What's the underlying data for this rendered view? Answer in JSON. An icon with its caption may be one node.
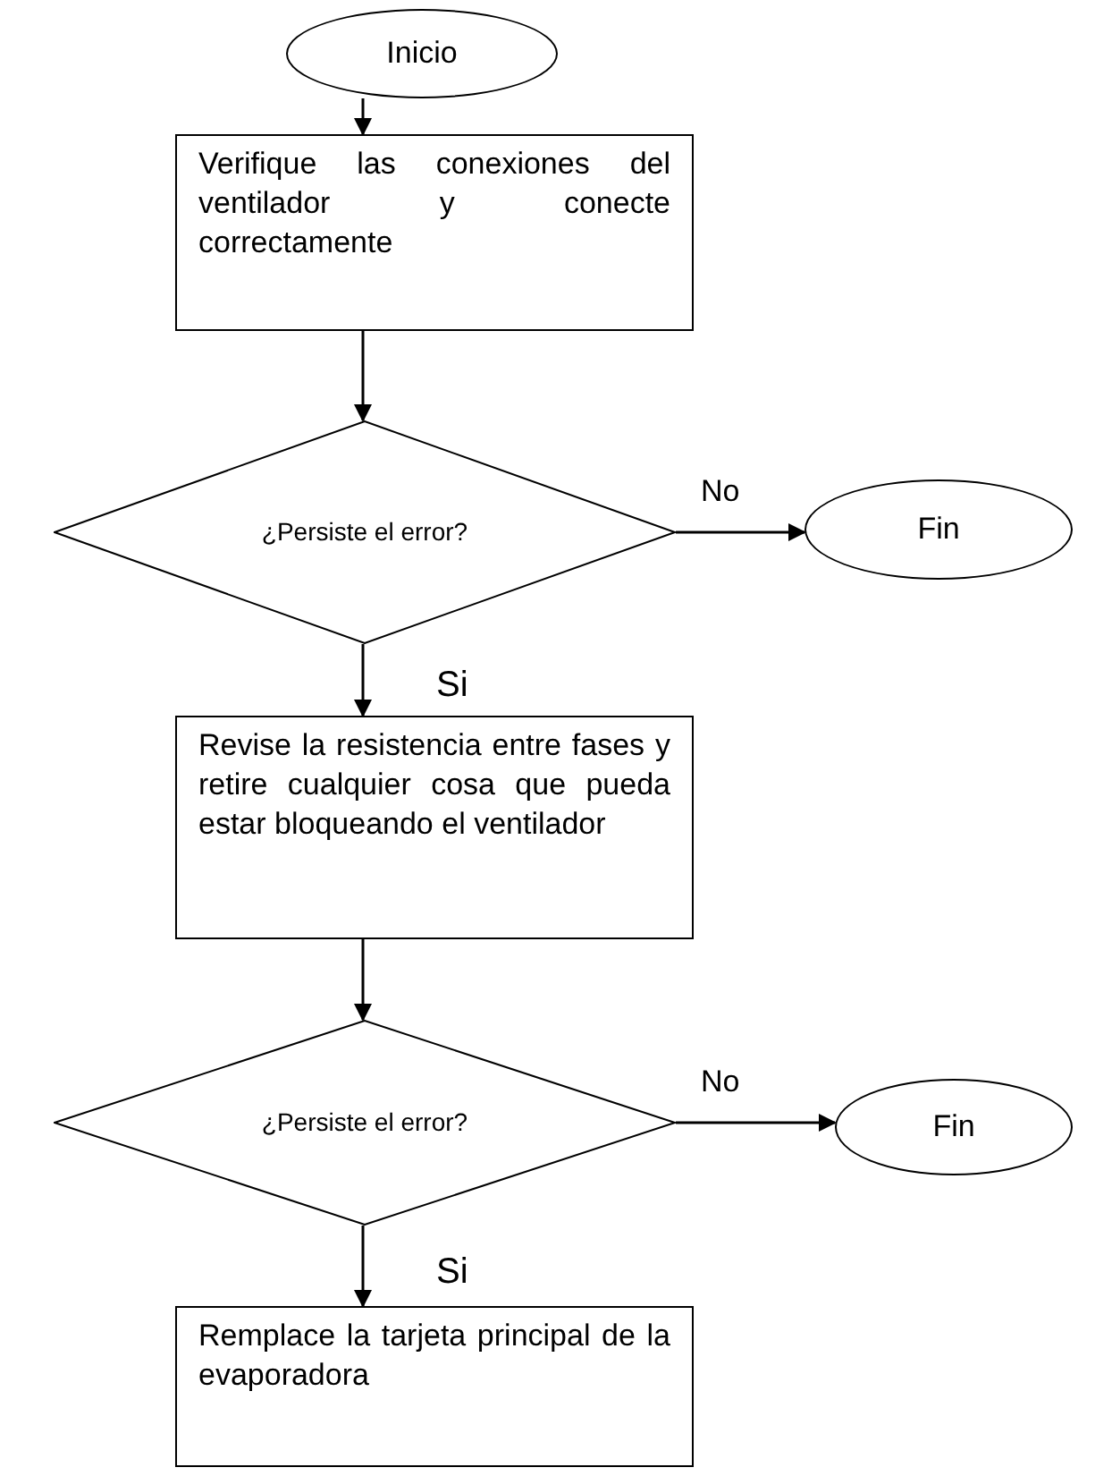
{
  "diagram": {
    "nodes": [
      {
        "text": [
          "Inicio"
        ]
      },
      {
        "text": [
          "Verifique las conexiones del ventilador y conecte correctamente"
        ]
      },
      {
        "text": [
          "¿Persiste el error?"
        ]
      },
      {
        "text": [
          "Fin"
        ]
      },
      {
        "text": [
          "Revise la resistencia entre fases y retire cualquier cosa que pueda estar bloqueando el ventilador"
        ]
      },
      {
        "text": [
          "¿Persiste el error?"
        ]
      },
      {
        "text": [
          "Fin"
        ]
      },
      {
        "text": [
          "Remplace la tarjeta principal de la evaporadora"
        ]
      }
    ],
    "edges": [
      {
        "from": 0,
        "to": 1,
        "arrow": "to"
      },
      {
        "from": 1,
        "to": 2,
        "arrow": "to"
      },
      {
        "from": 2,
        "to": 3,
        "arrow": "to",
        "label": "No"
      },
      {
        "from": 2,
        "to": 4,
        "arrow": "to",
        "label": "Si"
      },
      {
        "from": 4,
        "to": 5,
        "arrow": "to"
      },
      {
        "from": 5,
        "to": 6,
        "arrow": "to",
        "label": "No"
      },
      {
        "from": 5,
        "to": 7,
        "arrow": "to",
        "label": "Si"
      }
    ]
  }
}
